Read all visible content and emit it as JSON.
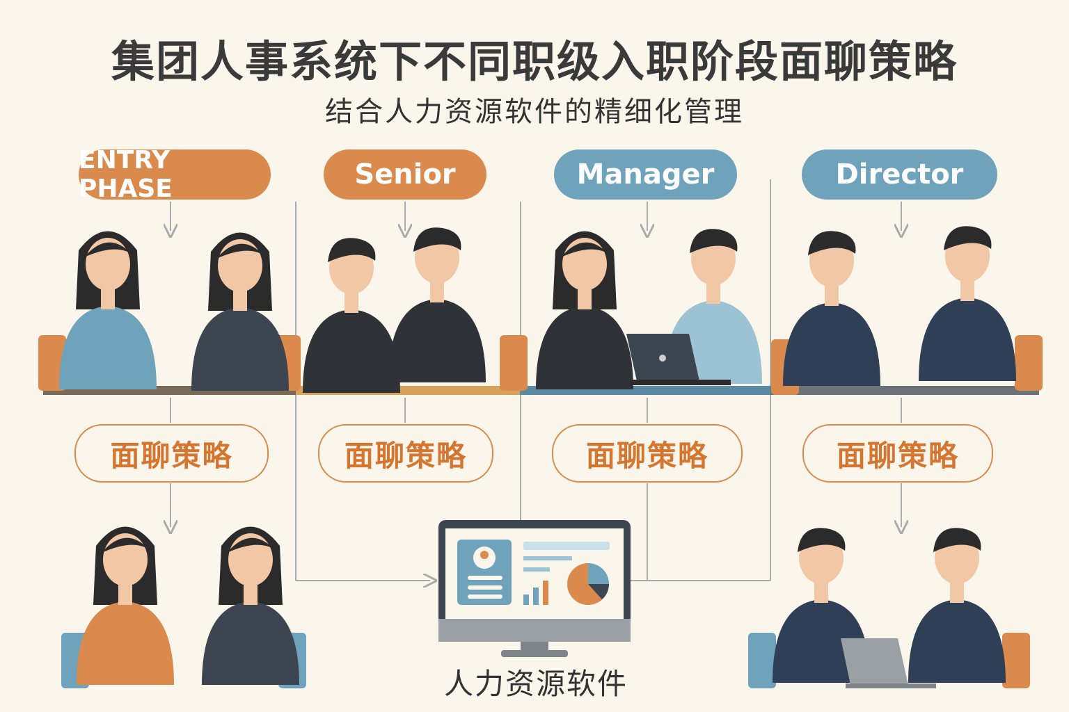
{
  "title": "集团人事系统下不同职级入职阶段面聊策略",
  "subtitle": "结合人力资源软件的精细化管理",
  "levels": [
    {
      "label": "ENTRY PHASE",
      "color": "#d98a4c",
      "strategy": "面聊策略"
    },
    {
      "label": "Senior",
      "color": "#d98a4c",
      "strategy": "面聊策略"
    },
    {
      "label": "Manager",
      "color": "#6fa3bb",
      "strategy": "面聊策略"
    },
    {
      "label": "Director",
      "color": "#6fa3bb",
      "strategy": "面聊策略"
    }
  ],
  "software_label": "人力资源软件",
  "colors": {
    "background": "#fbf6ec",
    "orange": "#d98a4c",
    "blue": "#6fa3bb",
    "navy": "#2f3f55"
  }
}
